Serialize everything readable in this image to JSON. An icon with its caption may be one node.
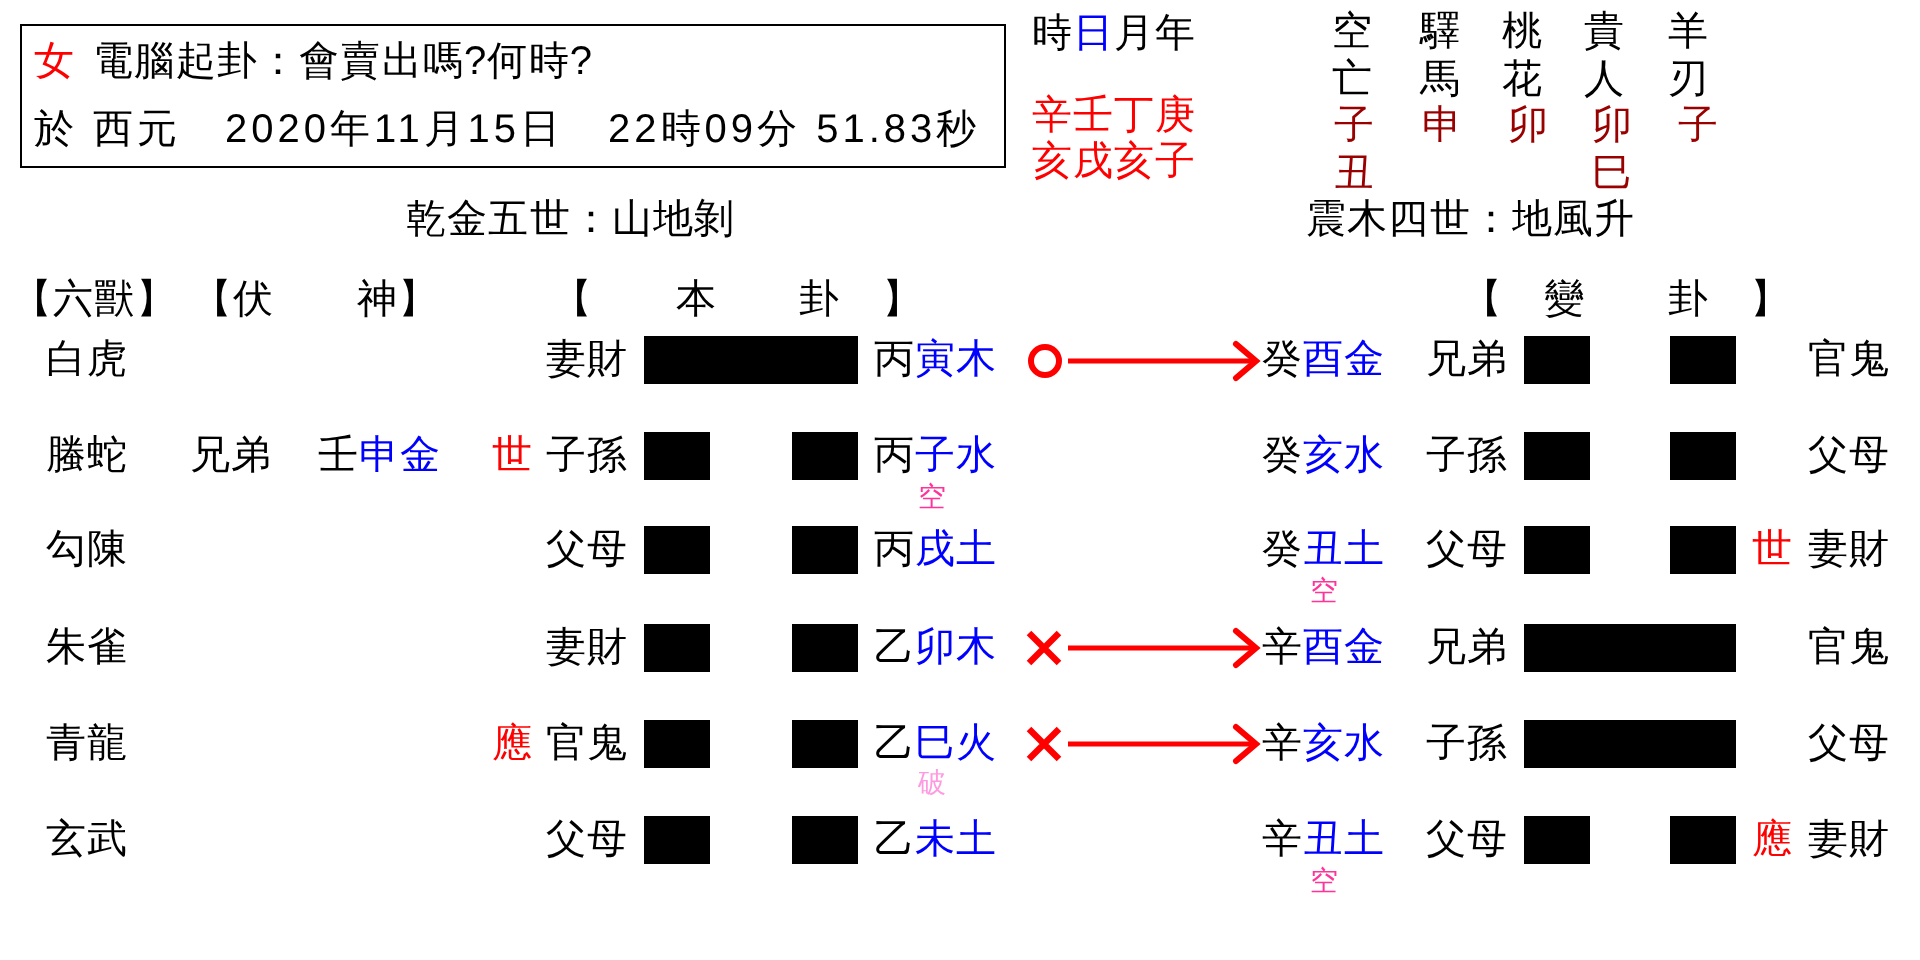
{
  "diagram": {
    "nodes": [
      {
        "text": [
          "女",
          "電腦起卦：會賣出嗎?何時?",
          "於 西元　2020年11月15日　22時09分 51.83秒"
        ]
      },
      {
        "text": [],
        "shape": "bar"
      },
      {
        "text": [],
        "shape": "circle"
      },
      {
        "text": [
          "癸酉金"
        ]
      },
      {
        "text": [],
        "shape": "bar"
      },
      {
        "text": [],
        "shape": "bar"
      },
      {
        "text": [],
        "shape": "bar"
      },
      {
        "text": [],
        "shape": "bar"
      },
      {
        "text": [],
        "shape": "bar"
      },
      {
        "text": [],
        "shape": "bar"
      },
      {
        "text": [],
        "shape": "bar"
      },
      {
        "text": [],
        "shape": "bar"
      },
      {
        "text": [],
        "shape": "bar"
      },
      {
        "text": [],
        "shape": "bar"
      },
      {
        "text": [],
        "shape": "bar"
      },
      {
        "text": [],
        "shape": "bar"
      },
      {
        "text": [],
        "shape": "cross"
      },
      {
        "text": [
          "辛酉金"
        ]
      },
      {
        "text": [],
        "shape": "bar"
      },
      {
        "text": [],
        "shape": "bar"
      },
      {
        "text": [],
        "shape": "bar"
      },
      {
        "text": [],
        "shape": "cross"
      },
      {
        "text": [
          "辛亥水"
        ]
      },
      {
        "text": [],
        "shape": "bar"
      },
      {
        "text": [],
        "shape": "bar"
      },
      {
        "text": [],
        "shape": "bar"
      },
      {
        "text": [],
        "shape": "bar"
      },
      {
        "text": [],
        "shape": "bar"
      }
    ],
    "edges": [
      {
        "from": 2,
        "to": 3,
        "arrow": "to"
      },
      {
        "from": 16,
        "to": 17,
        "arrow": "to"
      },
      {
        "from": 21,
        "to": 22,
        "arrow": "to"
      }
    ],
    "labels": [
      "時",
      "日",
      "月",
      "年",
      "辛",
      "壬",
      "丁",
      "庚",
      "亥",
      "戌",
      "亥",
      "子",
      "空亡",
      "驛馬",
      "桃花",
      "貴人",
      "羊刃",
      "子丑",
      "申",
      "卯",
      "卯巳",
      "子",
      "乾金五世：山地剝",
      "震木四世：地風升",
      "【六獸】",
      "【伏　　神】",
      "【　　本　　卦　】",
      "【　變　　卦　】",
      "白虎",
      "妻財",
      "丙寅木",
      "兄弟",
      "官鬼",
      "螣蛇",
      "兄弟",
      "壬申金",
      "世",
      "子孫",
      "丙子水",
      "空",
      "癸亥水",
      "子孫",
      "父母",
      "勾陳",
      "父母",
      "丙戌土",
      "癸丑土",
      "空",
      "父母",
      "世",
      "妻財",
      "朱雀",
      "妻財",
      "乙卯木",
      "兄弟",
      "官鬼",
      "青龍",
      "應",
      "官鬼",
      "乙巳火",
      "破",
      "子孫",
      "父母",
      "玄武",
      "父母",
      "乙未土",
      "辛丑土",
      "空",
      "父母",
      "應",
      "妻財"
    ]
  }
}
